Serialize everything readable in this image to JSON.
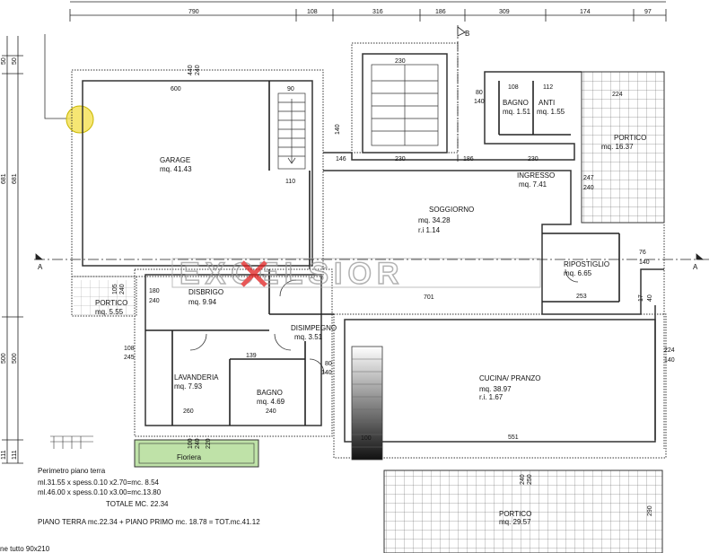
{
  "top_dims": [
    "790",
    "108",
    "316",
    "186",
    "309",
    "174",
    "97"
  ],
  "left_dims": [
    "50",
    "50",
    "681",
    "681",
    "500",
    "500",
    "111",
    "111"
  ],
  "watermark": {
    "brand": "EXCELSIOR",
    "color_accent": "#e02020",
    "color_text": "#9a9a9a"
  },
  "rooms": {
    "garage": {
      "name": "GARAGE",
      "area": "mq. 41.43"
    },
    "bagno_top": {
      "name": "BAGNO",
      "area": "mq. 1.51"
    },
    "anti": {
      "name": "ANTI",
      "area": "mq. 1.55"
    },
    "portico_ne": {
      "name": "PORTICO",
      "area": "mq. 16.37"
    },
    "ingresso": {
      "name": "INGRESSO",
      "area": "mq. 7.41"
    },
    "soggiorno": {
      "name": "SOGGIORNO",
      "area": "mq. 34.28",
      "ri": "r.i   1.14"
    },
    "ripostiglio": {
      "name": "RIPOSTIGLIO",
      "area": "mq. 6.65"
    },
    "disbrigo": {
      "name": "DISBRIGO",
      "area": "mq. 9.94"
    },
    "portico_w": {
      "name": "PORTICO",
      "area": "mq. 5.55"
    },
    "disimpegno": {
      "name": "DISIMPEGNO",
      "area": "mq. 3.51"
    },
    "lavanderia": {
      "name": "LAVANDERIA",
      "area": "mq. 7.93"
    },
    "bagno": {
      "name": "BAGNO",
      "area": "mq. 4.69"
    },
    "cucina": {
      "name": "CUCINA/ PRANZO",
      "area": "mq. 38.97",
      "ri": "r.i.   1.67"
    },
    "fioriera": {
      "name": "Fioriera"
    },
    "portico_s": {
      "name": "PORTICO",
      "area": "mq. 29.57"
    }
  },
  "inner_dims": [
    "600",
    "90",
    "230",
    "108",
    "112",
    "224",
    "146",
    "230",
    "186",
    "230",
    "247",
    "240",
    "140",
    "80",
    "140",
    "110",
    "701",
    "253",
    "76",
    "140",
    "180",
    "240",
    "108",
    "245",
    "139",
    "260",
    "240",
    "80",
    "140",
    "224",
    "140",
    "551",
    "100",
    "240",
    "290",
    "250",
    "100",
    "240",
    "220",
    "440",
    "240",
    "17",
    "40",
    "105",
    "240"
  ],
  "section_marks": [
    "A",
    "A",
    "B"
  ],
  "notes": {
    "perimeter_title": "Perimetro piano terra",
    "line1": "ml.31.55 x spess.0.10 x2.70=mc.  8.54",
    "line2": "ml.46.00 x spess.0.10 x3.00=mc.13.80",
    "total": "TOTALE MC. 22.34",
    "summary": "PIANO TERRA mc.22.34 + PIANO PRIMO mc. 18.78 = TOT.mc.41.12",
    "bottom_cut": "ne tutto 90x210"
  }
}
